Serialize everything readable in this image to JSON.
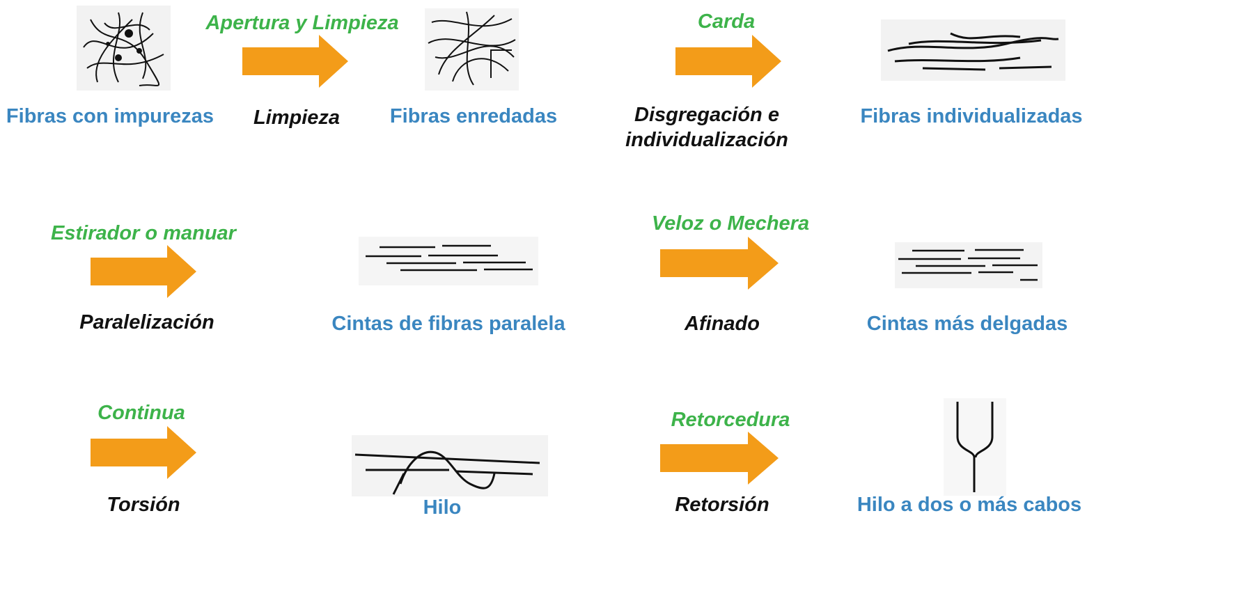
{
  "row1": {
    "material_1": "Fibras con impurezas",
    "machine_1": "Apertura y Limpieza",
    "process_1": "Limpieza",
    "material_2": "Fibras enredadas",
    "machine_2": "Carda",
    "process_2": "Disgregación e",
    "process_2b": "individualización",
    "material_3": "Fibras individualizadas"
  },
  "row2": {
    "machine_1": "Estirador o manuar",
    "process_1": "Paralelización",
    "material_1": "Cintas de fibras paralela",
    "machine_2": "Veloz o Mechera",
    "process_2": "Afinado",
    "material_2": "Cintas más delgadas"
  },
  "row3": {
    "machine_1": "Continua",
    "process_1": "Torsión",
    "material_1": "Hilo",
    "machine_2": "Retorcedura",
    "process_2": "Retorsión",
    "material_2": "Hilo a dos o más cabos"
  },
  "colors": {
    "arrow": "#f39c19",
    "machine": "#3db34a",
    "material": "#3a86c0",
    "process": "#111111"
  }
}
